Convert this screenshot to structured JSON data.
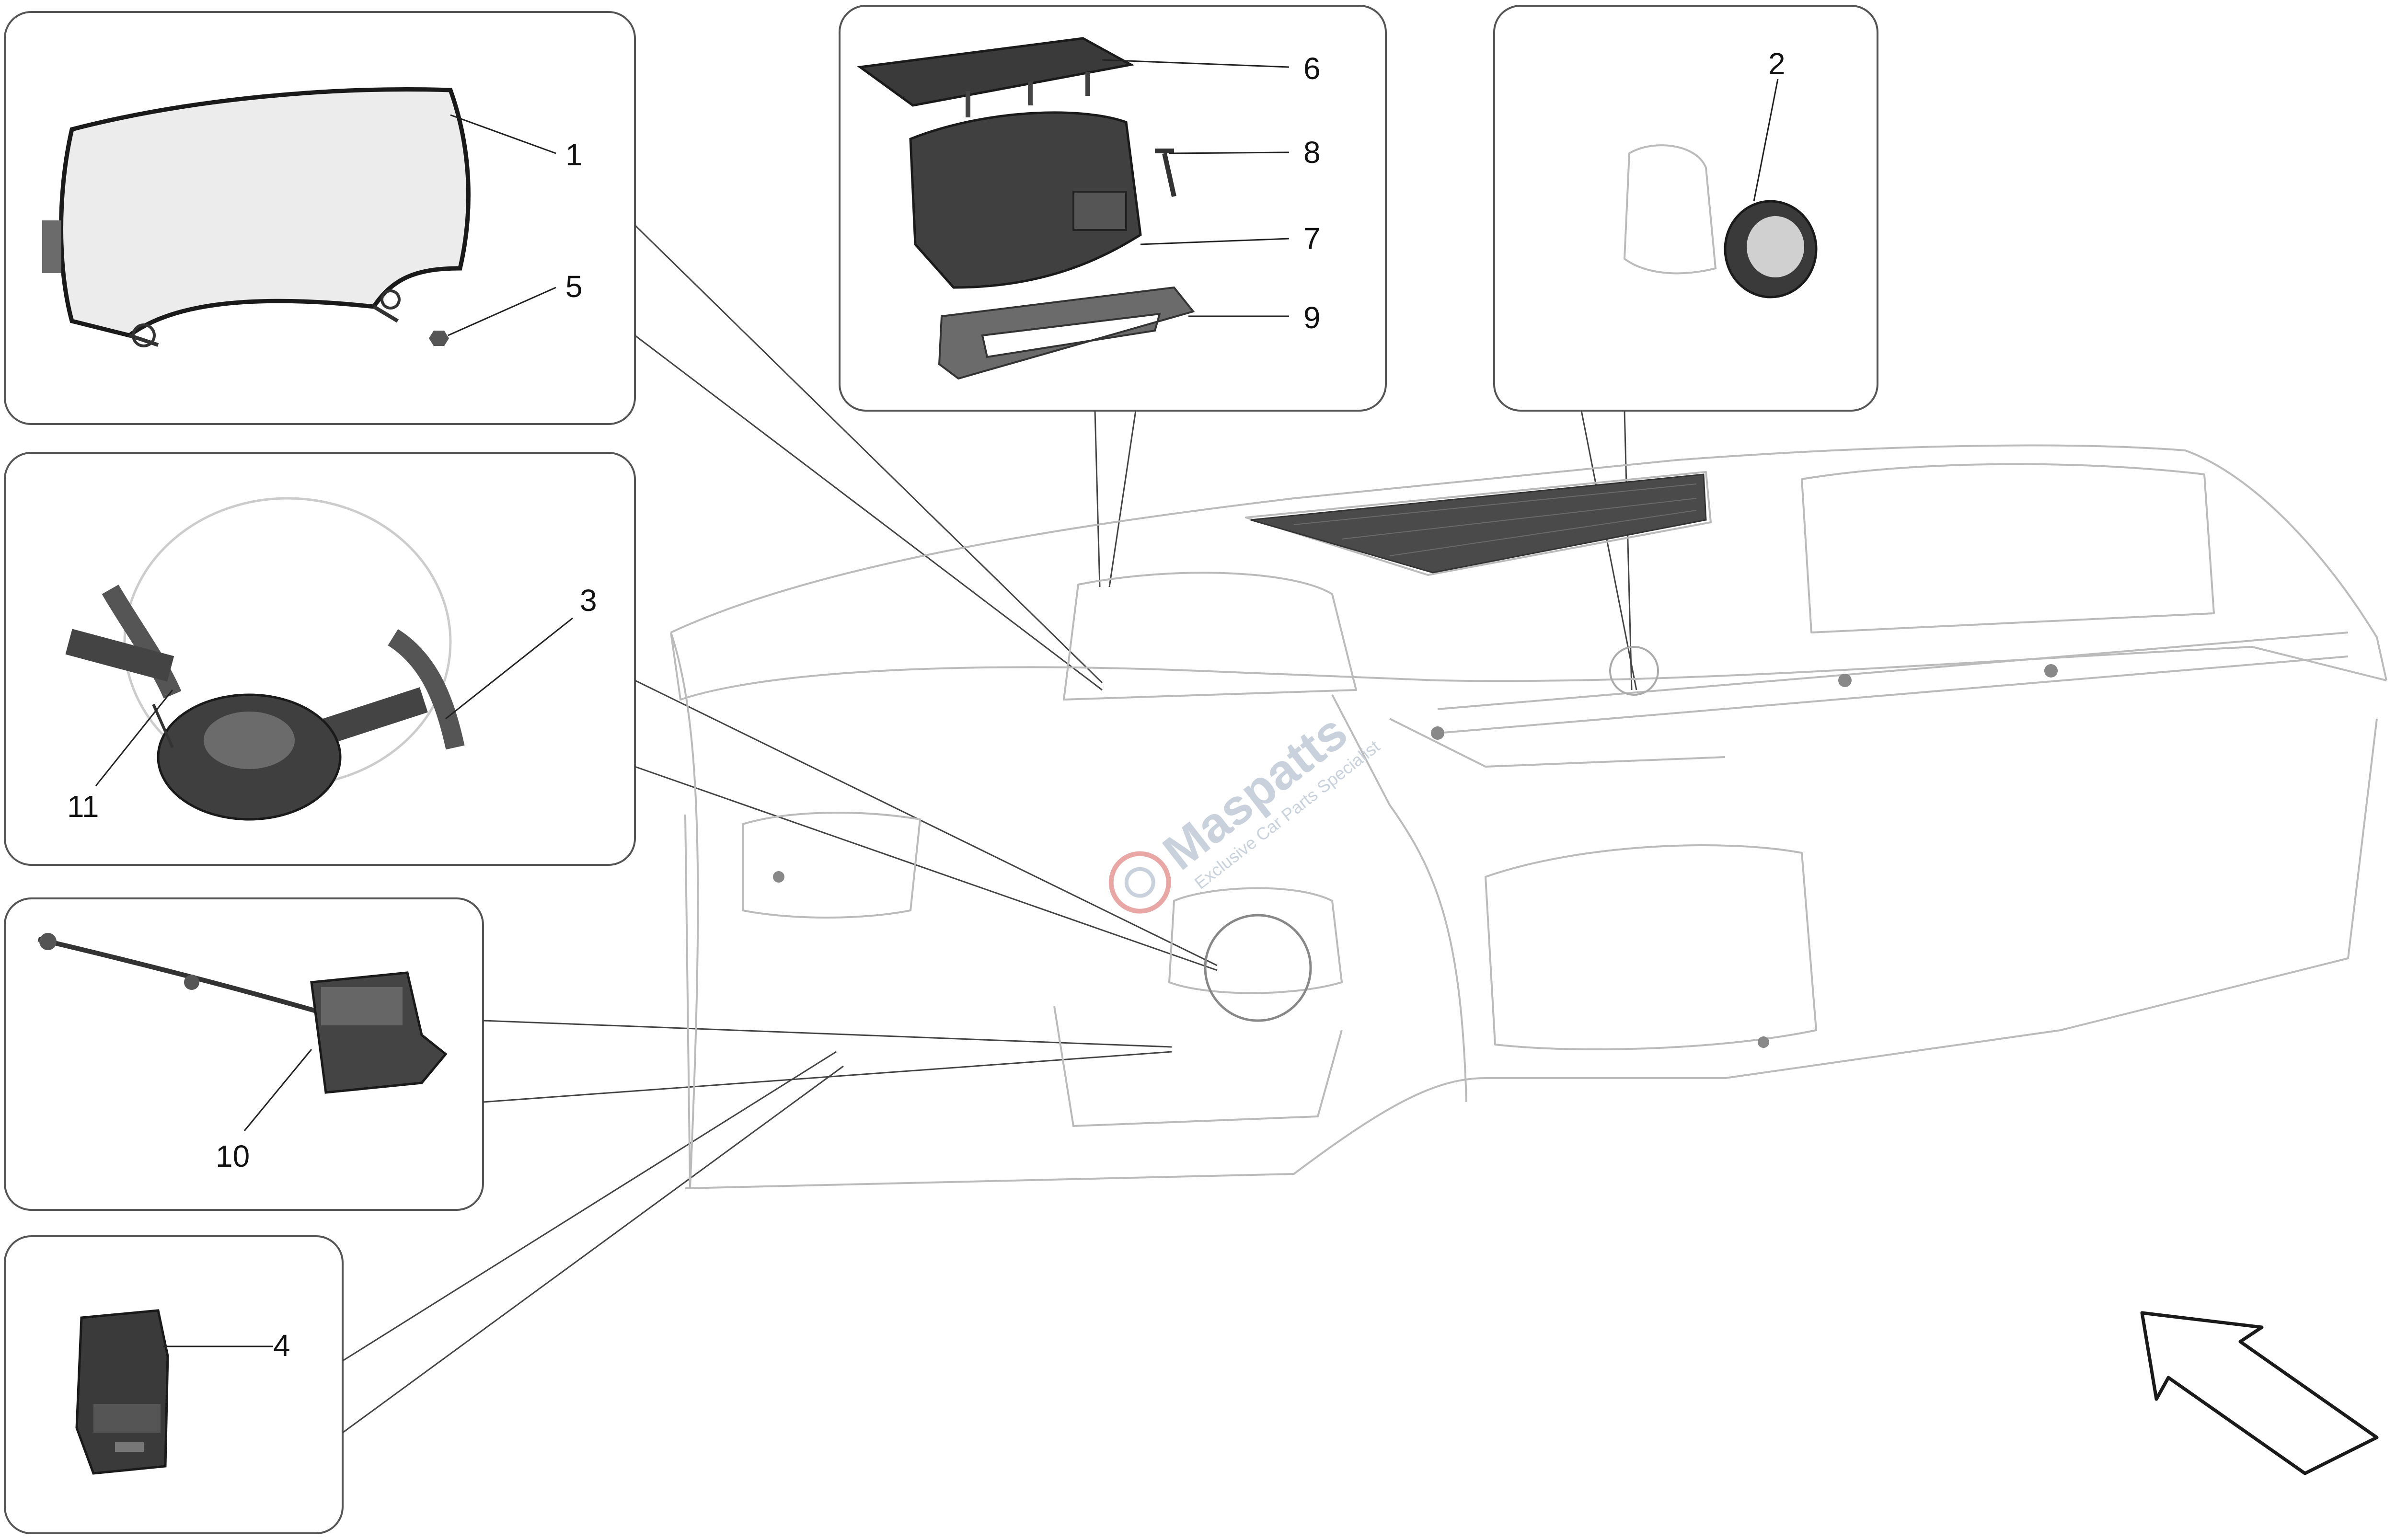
{
  "diagram": {
    "callouts": [
      {
        "id": "1",
        "label": "1"
      },
      {
        "id": "2",
        "label": "2"
      },
      {
        "id": "3",
        "label": "3"
      },
      {
        "id": "4",
        "label": "4"
      },
      {
        "id": "5",
        "label": "5"
      },
      {
        "id": "6",
        "label": "6"
      },
      {
        "id": "7",
        "label": "7"
      },
      {
        "id": "8",
        "label": "8"
      },
      {
        "id": "9",
        "label": "9"
      },
      {
        "id": "10",
        "label": "10"
      },
      {
        "id": "11",
        "label": "11"
      }
    ],
    "watermark": {
      "brand": "Maspatts",
      "tagline": "Exclusive Car Parts Specialist"
    },
    "colors": {
      "line": "#222222",
      "faint": "#bbbbbb",
      "part_dark": "#3a3a3a",
      "part_mid": "#6b6b6b",
      "panel_fill": "#ececec",
      "brand_red": "#d9534f"
    }
  }
}
